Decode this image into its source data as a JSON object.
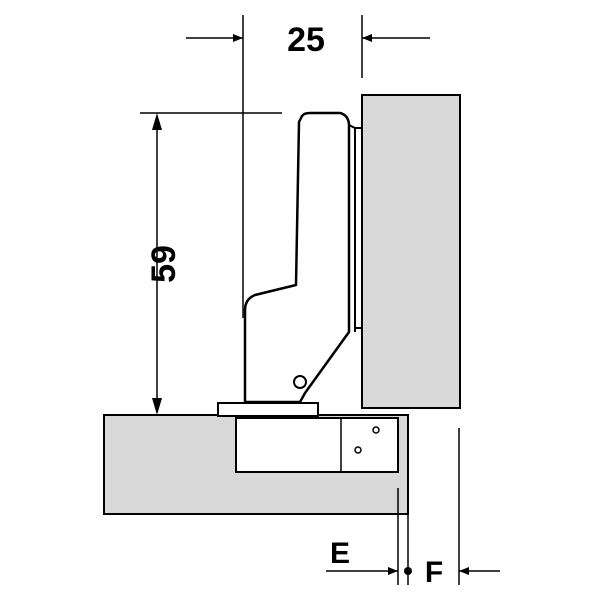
{
  "diagram": {
    "colors": {
      "stroke": "#000000",
      "panel_fill": "#d8d8d8",
      "hinge_fill": "#ffffff",
      "background": "#ffffff"
    },
    "labels": {
      "width_dim": "25",
      "height_dim": "59",
      "dim_e": "E",
      "dim_f": "F"
    }
  }
}
